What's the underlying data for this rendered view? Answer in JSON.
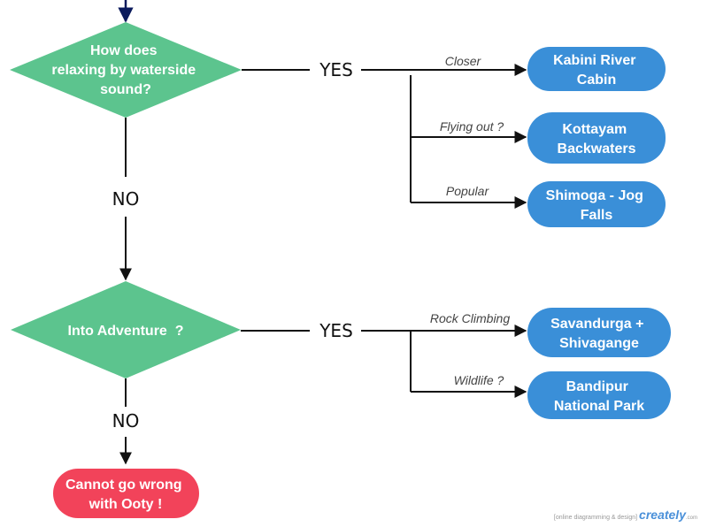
{
  "decisions": {
    "water": {
      "line1": "How does",
      "line2": "relaxing by waterside",
      "line3": "sound?"
    },
    "adventure": {
      "label": "Into Adventure  ?"
    }
  },
  "answers": {
    "yes": "YES",
    "no": "NO"
  },
  "water_branches": [
    {
      "label": "Closer",
      "dest1": "Kabini River",
      "dest2": "Cabin"
    },
    {
      "label": "Flying out ?",
      "dest1": "Kottayam",
      "dest2": "Backwaters"
    },
    {
      "label": "Popular",
      "dest1": "Shimoga - Jog",
      "dest2": "Falls"
    }
  ],
  "adventure_branches": [
    {
      "label": "Rock Climbing",
      "dest1": "Savandurga +",
      "dest2": "Shivagange"
    },
    {
      "label": "Wildlife ?",
      "dest1": "Bandipur",
      "dest2": "National Park"
    }
  ],
  "fallback": {
    "line1": "Cannot go wrong",
    "line2": "with Ooty !"
  },
  "watermark": {
    "tagline": "[online diagramming & design]",
    "brand": "creately",
    "suffix": ".com"
  },
  "colors": {
    "decision": "#5cc48e",
    "destination": "#3a8fd8",
    "fallback": "#f2435a",
    "top_arrow": "#0b1a5c"
  }
}
